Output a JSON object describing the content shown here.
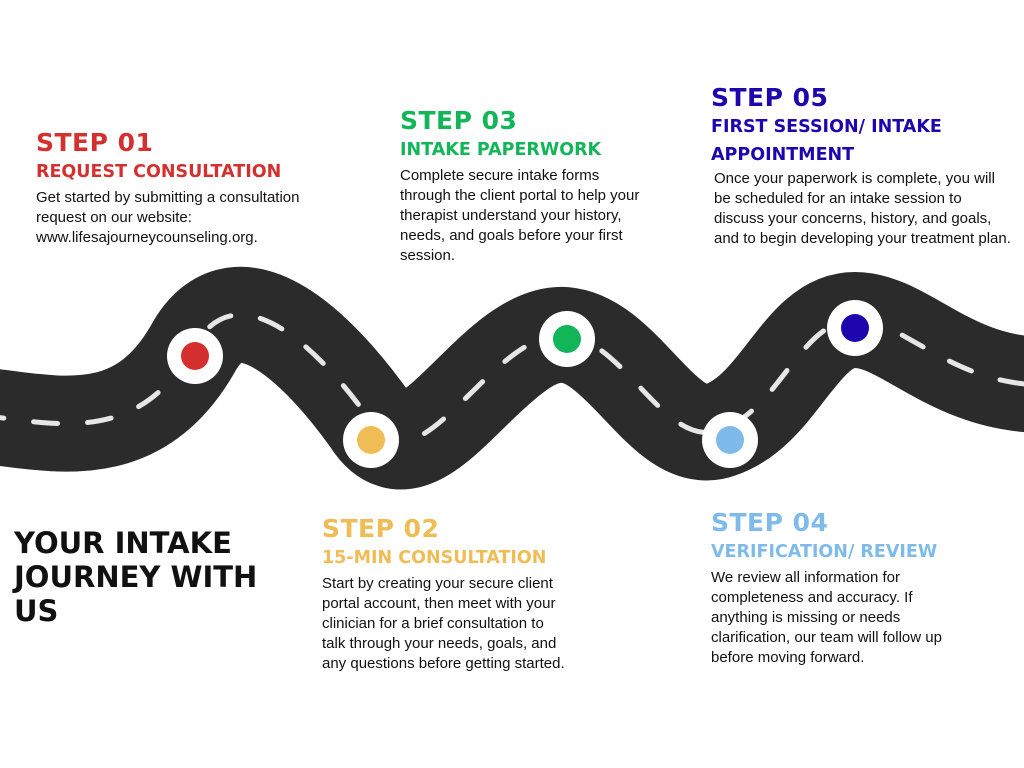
{
  "title": "YOUR INTAKE JOURNEY WITH US",
  "colors": {
    "road": "#2b2b2b",
    "lane": "#e6e6e6",
    "step1": "#d3302f",
    "step2": "#efbc56",
    "step3": "#12b558",
    "step4": "#7ebbea",
    "step5": "#1d06ae"
  },
  "steps": [
    {
      "num": "STEP 01",
      "title": "REQUEST CONSULTATION",
      "desc": "Get started by submitting a consultation request on our website: www.lifesajourneycounseling.org."
    },
    {
      "num": "STEP 02",
      "title": "15-MIN CONSULTATION",
      "desc": "Start by creating your secure client portal account, then meet with your clinician for a brief consultation to talk through your needs, goals, and any questions before getting started."
    },
    {
      "num": "STEP 03",
      "title": "INTAKE PAPERWORK",
      "desc": "Complete secure intake forms through the client portal to help your therapist understand your history, needs, and goals before your first session."
    },
    {
      "num": "STEP 04",
      "title": "VERIFICATION/ REVIEW",
      "desc": "We review all information for completeness and accuracy. If anything is missing or needs clarification, our team will follow up before moving forward."
    },
    {
      "num": "STEP 05",
      "title": "FIRST SESSION/ INTAKE APPOINTMENT",
      "desc": "Once your paperwork is complete, you will be scheduled for an intake session to discuss your concerns, history, and goals, and to begin developing your treatment plan."
    }
  ]
}
